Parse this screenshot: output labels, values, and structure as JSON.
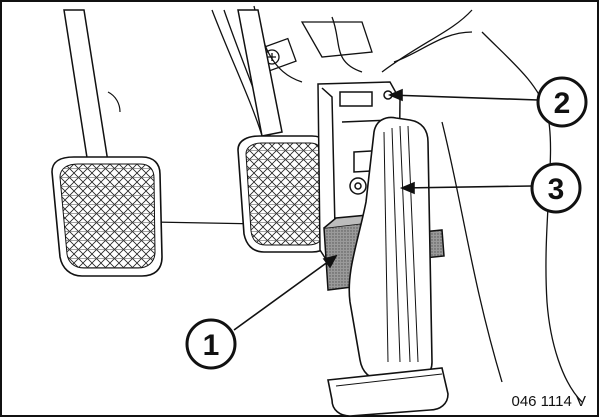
{
  "figure": {
    "callouts": [
      {
        "label": "1"
      },
      {
        "label": "2"
      },
      {
        "label": "3"
      }
    ],
    "reference_code": "046 1114 V",
    "colors": {
      "line": "#111111",
      "hatch_fill": "#8a8a8a",
      "paper": "#ffffff"
    }
  }
}
